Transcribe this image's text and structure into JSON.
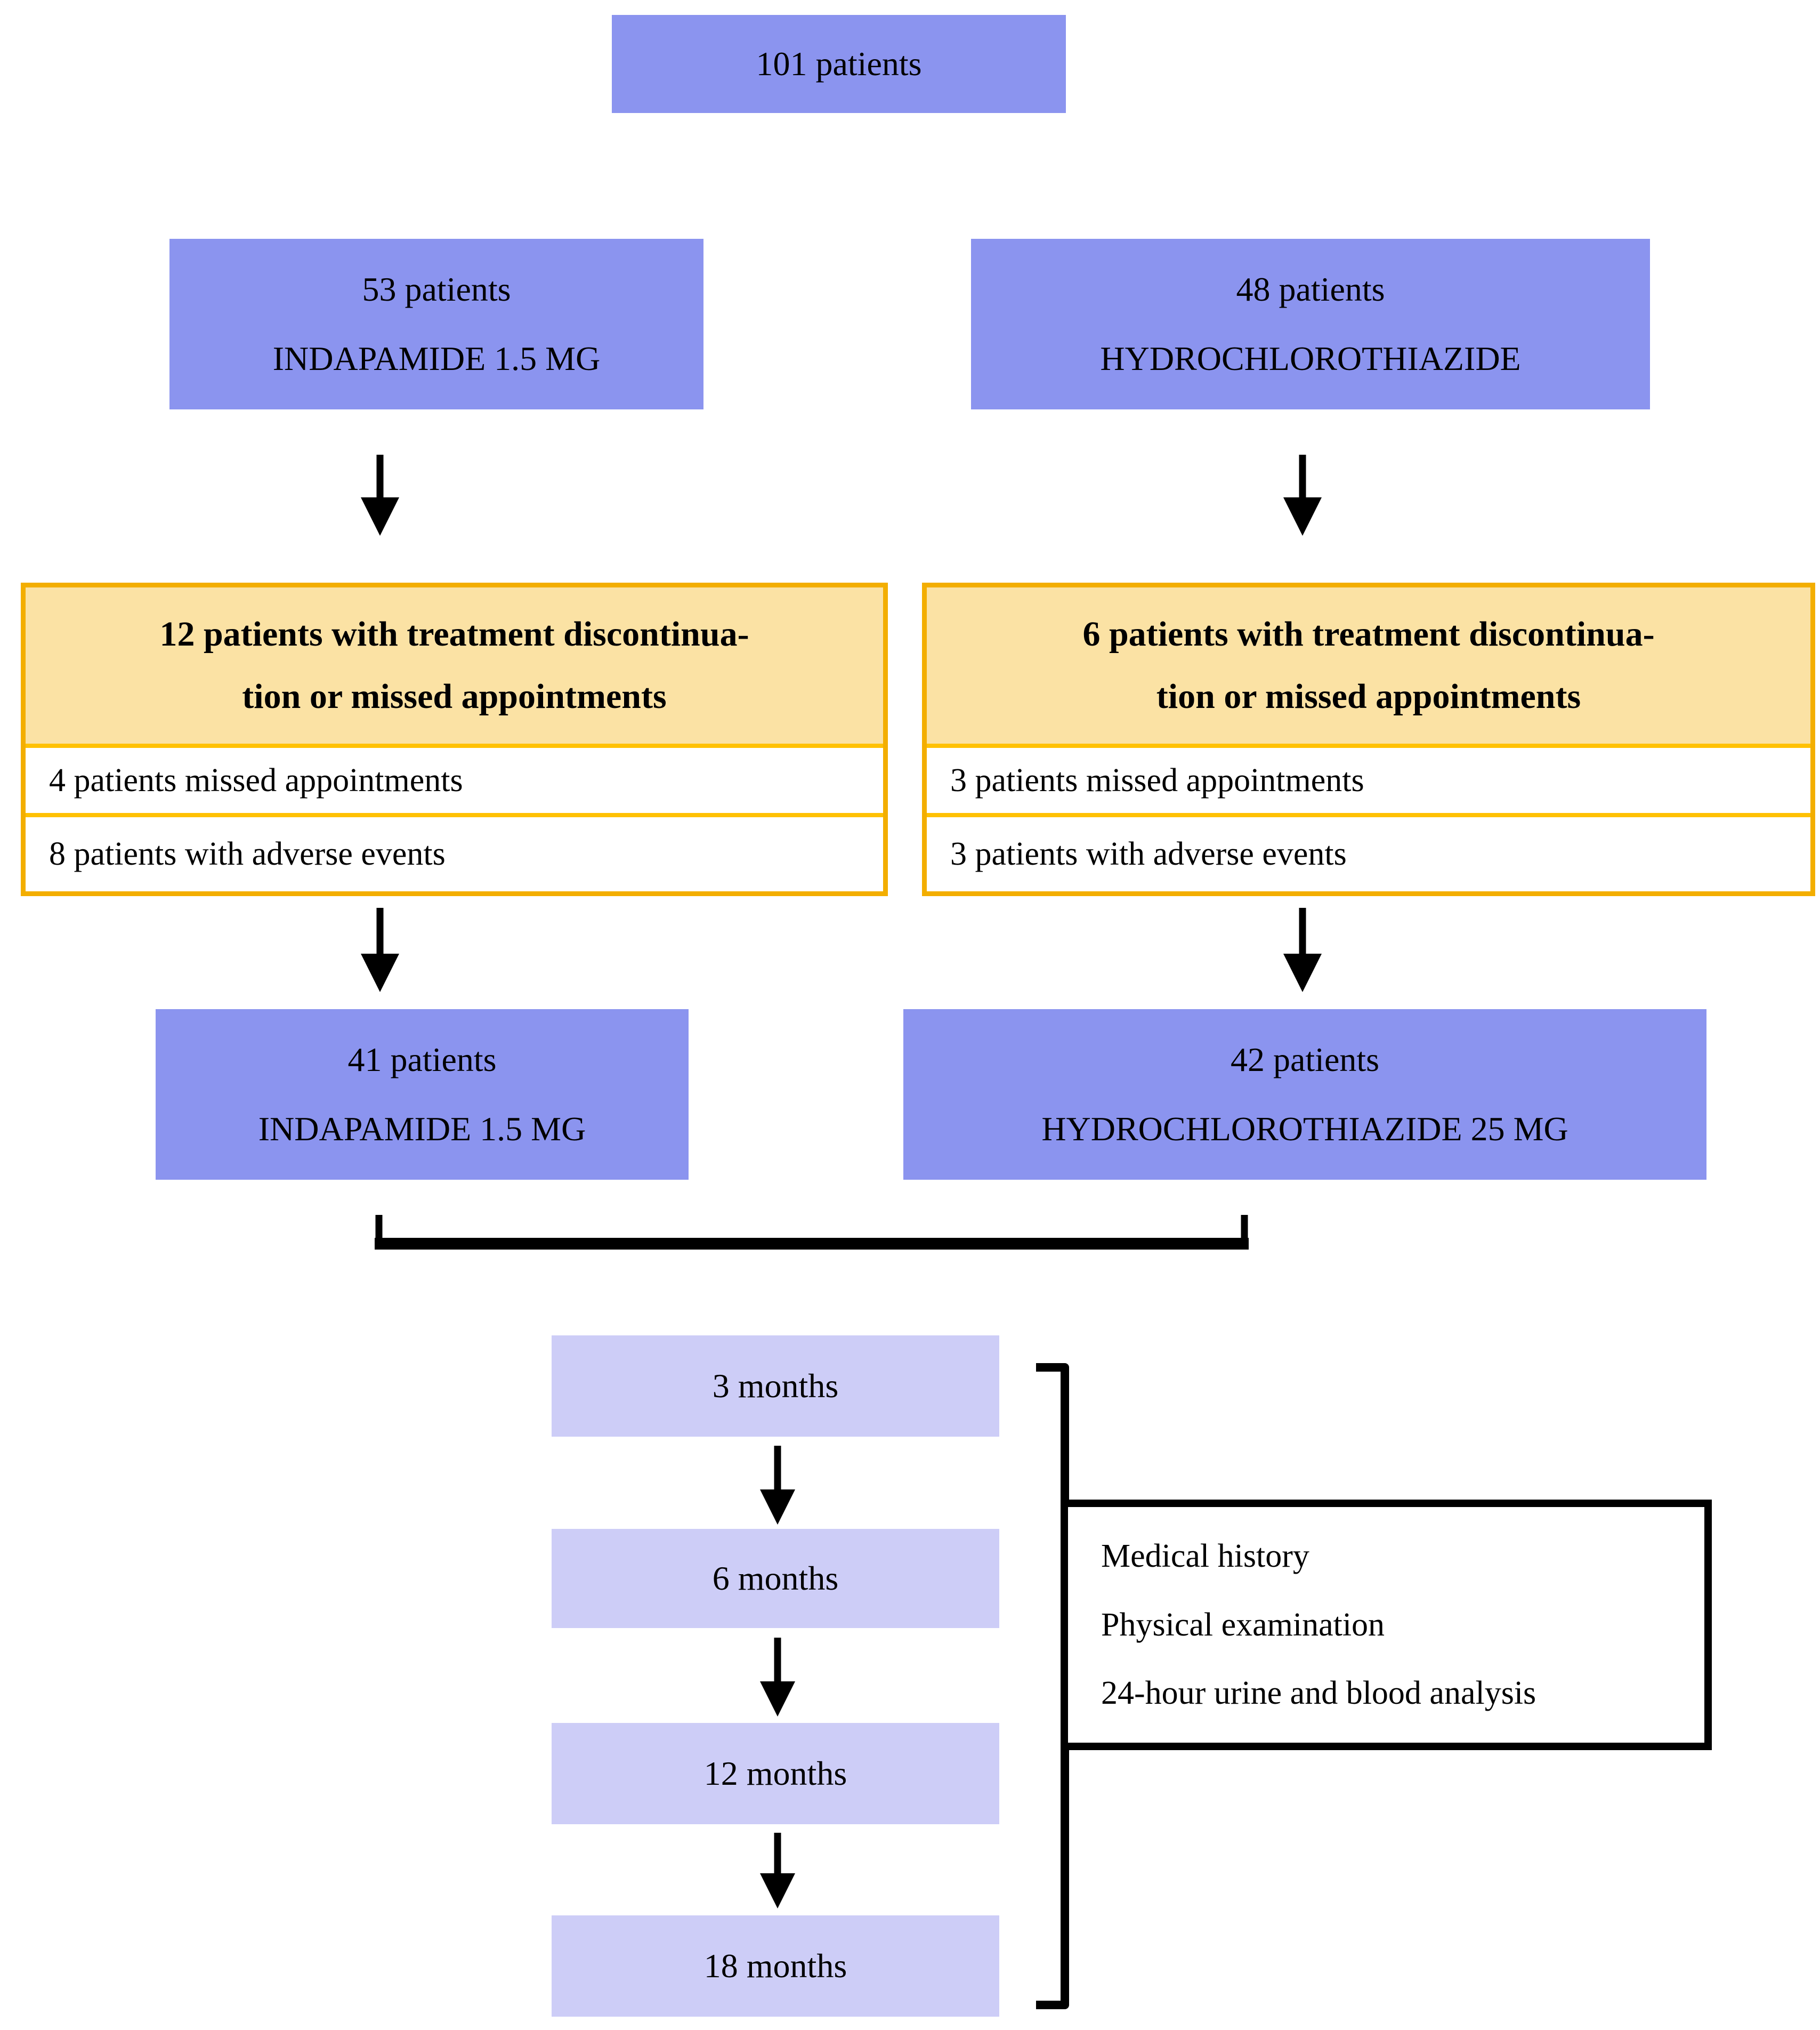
{
  "diagram": {
    "total_box_label": "101 patients",
    "left_arm": {
      "enrolled_line1": "53 patients",
      "enrolled_line2": "INDAPAMIDE 1.5 MG",
      "dropout_header_line1": "12 patients with treatment discontinua-",
      "dropout_header_line2": "tion or missed appointments",
      "dropout_row1": "4 patients missed appointments",
      "dropout_row2": "8 patients with adverse events",
      "completed_line1": "41 patients",
      "completed_line2": "INDAPAMIDE 1.5 MG"
    },
    "right_arm": {
      "enrolled_line1": "48 patients",
      "enrolled_line2": "HYDROCHLOROTHIAZIDE",
      "dropout_header_line1": "6 patients with treatment discontinua-",
      "dropout_header_line2": "tion or missed appointments",
      "dropout_row1": "3 patients missed appointments",
      "dropout_row2": "3 patients with adverse events",
      "completed_line1": "42 patients",
      "completed_line2": "HYDROCHLOROTHIAZIDE 25 MG"
    },
    "timeline": [
      "3 months",
      "6 months",
      "12 months",
      "18 months"
    ],
    "assessments": [
      "Medical history",
      "Physical examination",
      "24-hour urine and blood analysis"
    ],
    "colors": {
      "enrollment_box_fill": "#8b94ef",
      "timeline_box_fill": "#cdcdf7",
      "dropout_box_fill": "#fbe2a4",
      "dropout_box_border": "#f3ae00",
      "dropout_divider": "#ffc103",
      "line_color": "#000000"
    }
  }
}
